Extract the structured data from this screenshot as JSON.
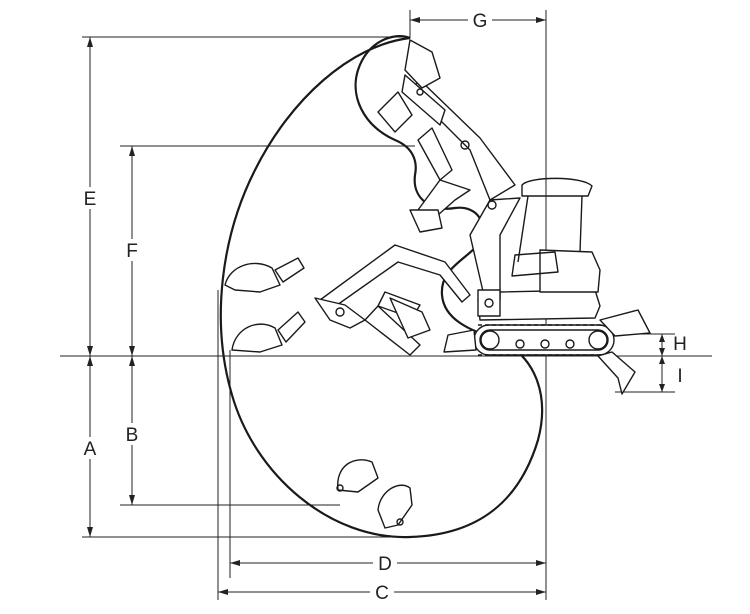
{
  "dimension_labels": {
    "a": "A",
    "b": "B",
    "c": "C",
    "d": "D",
    "e": "E",
    "f": "F",
    "g": "G",
    "h": "H",
    "i": "I"
  },
  "colors": {
    "line": "#1a1a1a",
    "background": "#ffffff"
  }
}
